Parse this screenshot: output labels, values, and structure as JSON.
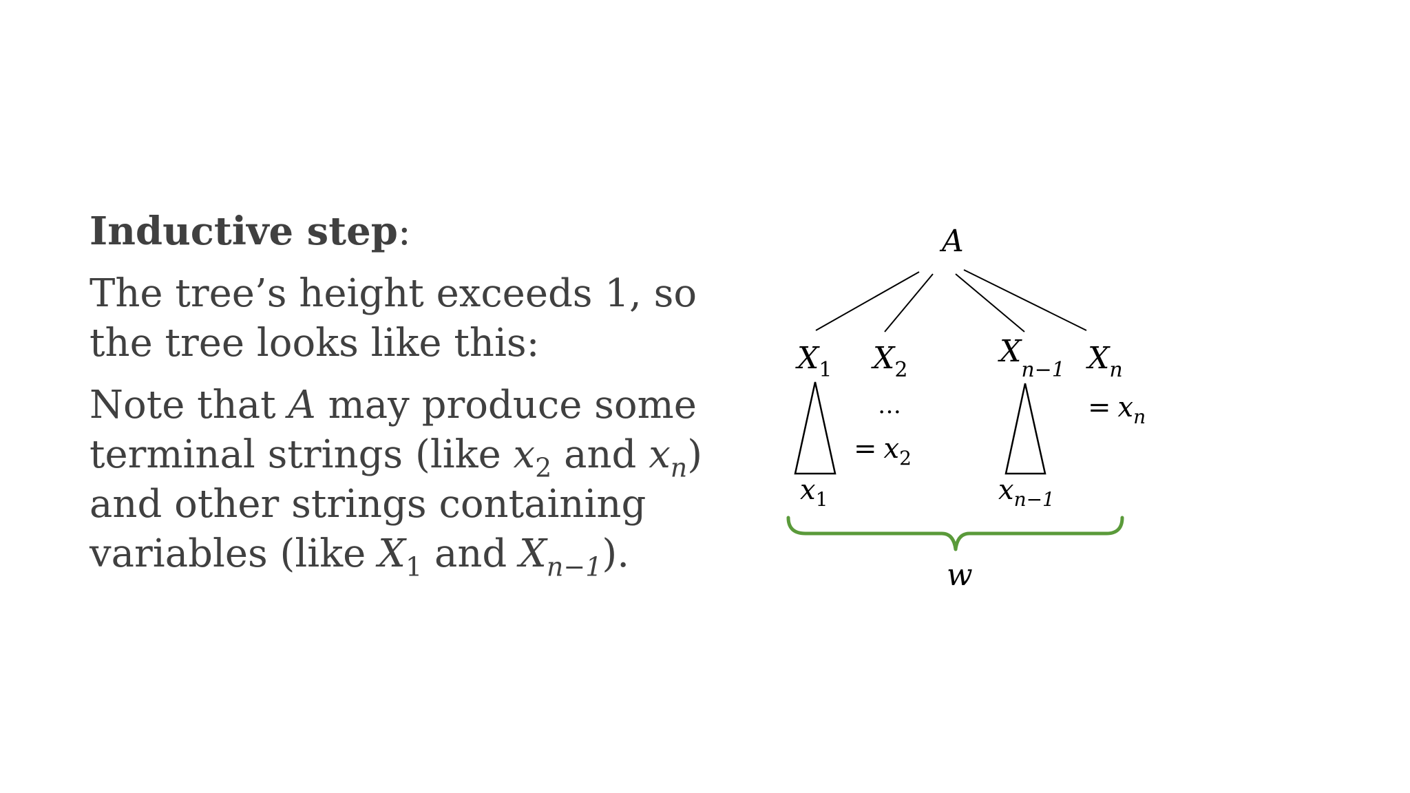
{
  "slide": {
    "heading_bold": "Inductive step",
    "heading_colon": ":",
    "line1": "The tree’s height exceeds 1, so the tree looks like this:",
    "note_part1": "Note that ",
    "note_A": "A",
    "note_part2": " may produce some terminal strings (like ",
    "note_x": "x",
    "note_x_sub1": "2",
    "note_and1": " and ",
    "note_x2": "x",
    "note_x2_sub": "n",
    "note_part3": ") and other strings containing variables (like ",
    "note_X": "X",
    "note_X_sub": "1",
    "note_and2": " and ",
    "note_X2": "X",
    "note_X2_sub": "n−1",
    "note_part4": ")."
  },
  "diagram": {
    "root": "A",
    "children": [
      {
        "sym": "X",
        "sub": "1"
      },
      {
        "sym": "X",
        "sub": "2"
      },
      {
        "sym": "X",
        "sub": "n−1"
      },
      {
        "sym": "X",
        "sub": "n"
      }
    ],
    "ellipsis": "…",
    "eq_x2_eq": "=",
    "eq_x2_sym": "x",
    "eq_x2_sub": "2",
    "eq_xn_eq": "=",
    "eq_xn_sym": "x",
    "eq_xn_sub": "n",
    "leaf1_sym": "x",
    "leaf1_sub": "1",
    "leaf2_sym": "x",
    "leaf2_sub": "n−1",
    "w_label": "w",
    "brace_color": "#5a9a3a"
  }
}
